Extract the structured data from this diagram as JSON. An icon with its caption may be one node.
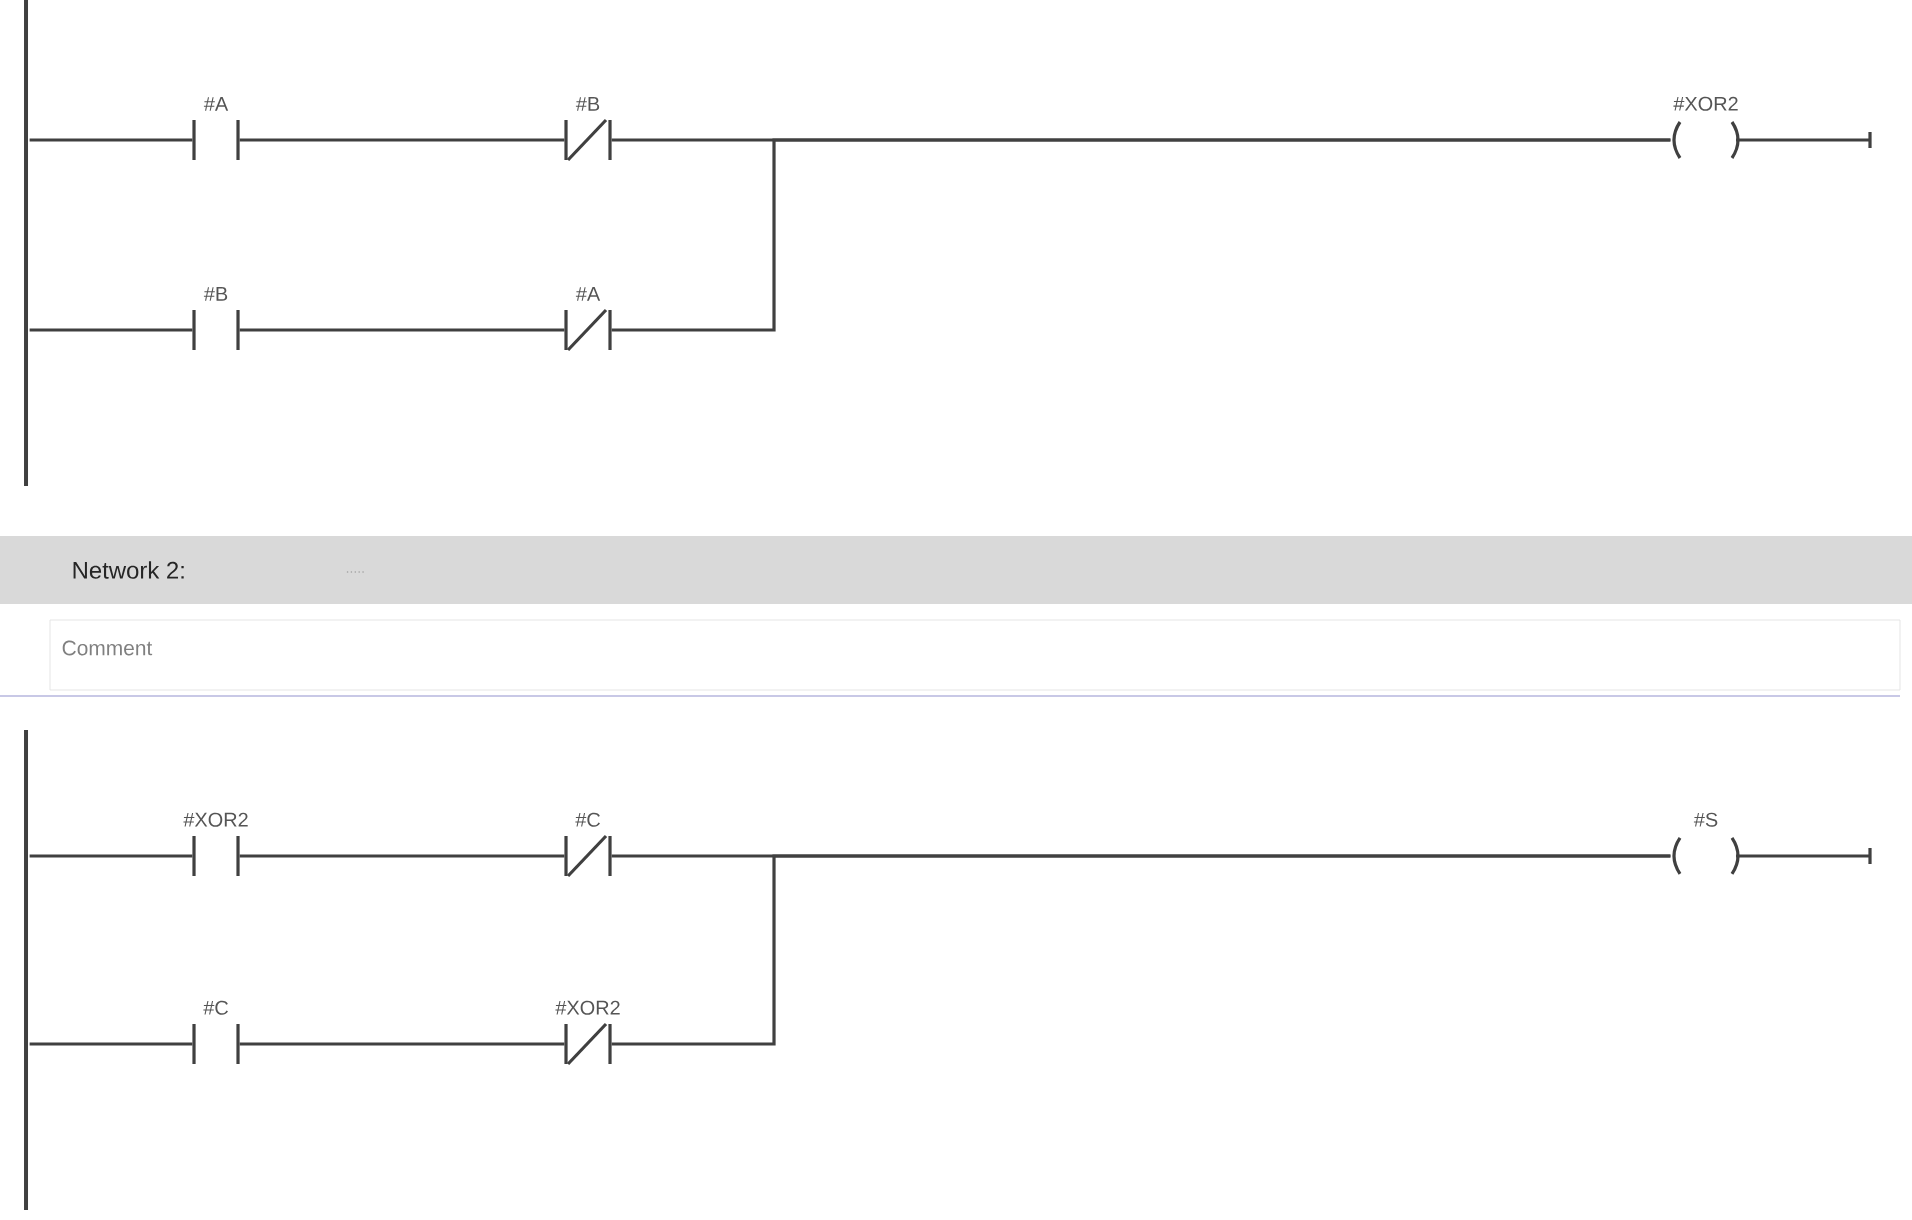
{
  "diagram": {
    "nodes": [
      {
        "text": [],
        "shape": "bar"
      },
      {
        "text": [
          "#A"
        ]
      },
      {
        "text": [
          "#B"
        ]
      },
      {
        "text": [
          "#XOR2"
        ]
      },
      {
        "text": [
          "#B"
        ]
      },
      {
        "text": [
          "#A"
        ]
      },
      {
        "text": [],
        "shape": "bar"
      },
      {
        "text": [
          "#XOR2"
        ]
      },
      {
        "text": [
          "#C"
        ]
      },
      {
        "text": [
          "#S"
        ]
      },
      {
        "text": [
          "#C"
        ]
      },
      {
        "text": [
          "#XOR2"
        ]
      }
    ],
    "edges": [
      {
        "from": 0,
        "to": 1,
        "arrow": "none"
      },
      {
        "from": 1,
        "to": 2,
        "arrow": "none"
      },
      {
        "from": 2,
        "to": 3,
        "arrow": "none"
      },
      {
        "from": 0,
        "to": 4,
        "arrow": "none"
      },
      {
        "from": 4,
        "to": 5,
        "arrow": "none"
      },
      {
        "from": 5,
        "to": 3,
        "arrow": "none"
      },
      {
        "from": 6,
        "to": 7,
        "arrow": "none"
      },
      {
        "from": 7,
        "to": 8,
        "arrow": "none"
      },
      {
        "from": 8,
        "to": 9,
        "arrow": "none"
      },
      {
        "from": 6,
        "to": 10,
        "arrow": "none"
      },
      {
        "from": 10,
        "to": 11,
        "arrow": "none"
      },
      {
        "from": 11,
        "to": 9,
        "arrow": "none"
      }
    ],
    "labels": [
      "Network 2:",
      ".....",
      "Comment"
    ]
  }
}
